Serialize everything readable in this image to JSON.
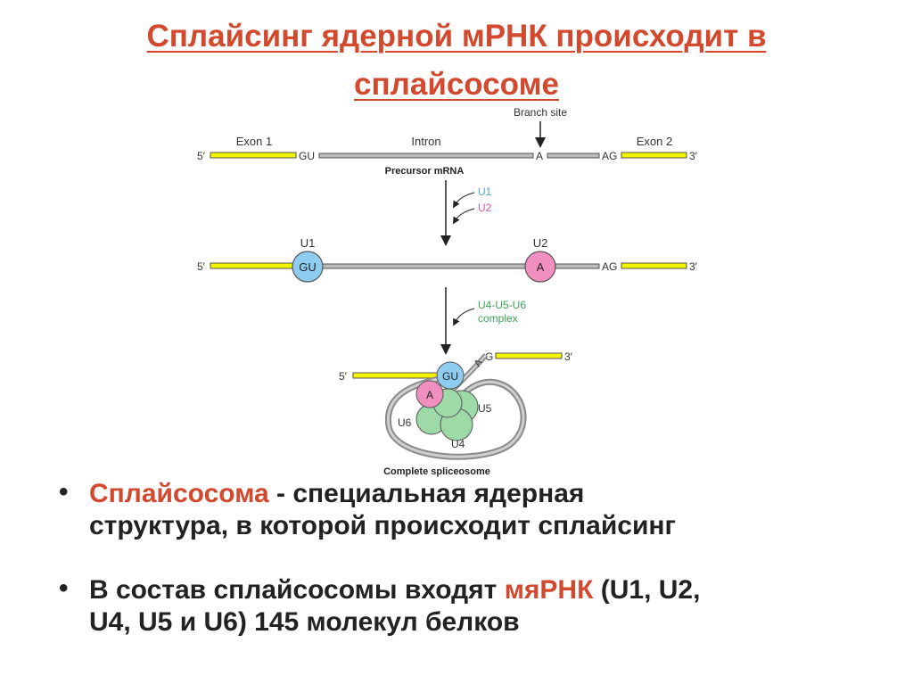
{
  "title": {
    "line1": "Сплайсинг ядерной мРНК происходит в",
    "line2": "сплайсосоме"
  },
  "diagram": {
    "branch_site": "Branch site",
    "exon1": "Exon 1",
    "intron": "Intron",
    "exon2": "Exon 2",
    "five_prime": "5′",
    "three_prime": "3′",
    "gu": "GU",
    "a": "A",
    "ag": "AG",
    "g": "G",
    "precursor": "Precursor mRNA",
    "u1": "U1",
    "u2": "U2",
    "u4": "U4",
    "u5": "U5",
    "u6": "U6",
    "complex_line1": "U4-U5-U6",
    "complex_line2": "complex",
    "complete": "Complete spliceosome",
    "colors": {
      "exon": "#f4f400",
      "u1": "#8ecdf0",
      "u2": "#f08fc0",
      "u456": "#9ed9a8",
      "accent": "#d2492e"
    }
  },
  "bullets": {
    "b1": {
      "term": "Сплайсосома",
      "rest_line1": " - специальная ядерная",
      "rest_line2": "структура, в которой происходит сплайсинг"
    },
    "b2": {
      "before": "В состав сплайсосомы входят ",
      "highlight": "мяРНК",
      "after": " (U1, U2,",
      "line2": "U4, U5 и U6) 145 молекул белков"
    }
  }
}
